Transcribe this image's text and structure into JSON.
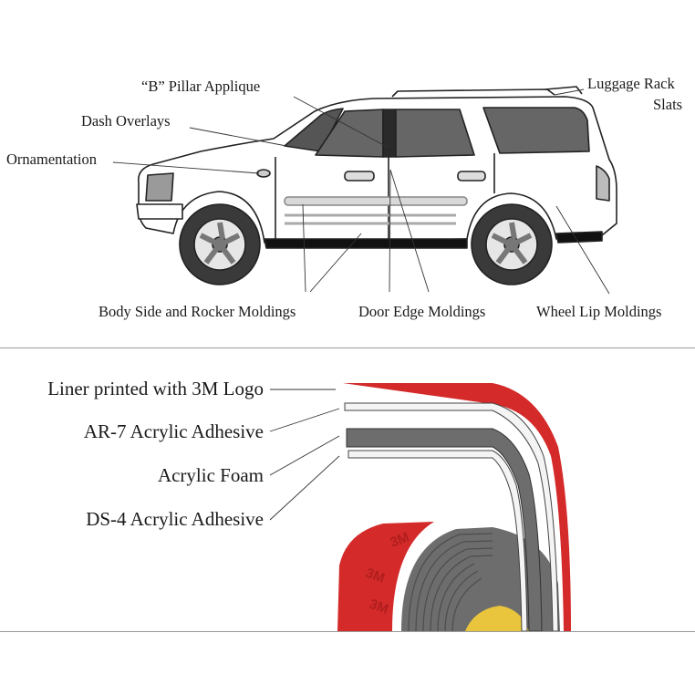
{
  "car_diagram": {
    "labels": {
      "b_pillar": "“B” Pillar Applique",
      "luggage_rack_line1": "Luggage Rack",
      "luggage_rack_line2": "Slats",
      "dash_overlays": "Dash Overlays",
      "ornamentation": "Ornamentation",
      "body_side": "Body Side and Rocker Moldings",
      "door_edge": "Door Edge Moldings",
      "wheel_lip": "Wheel Lip Moldings"
    }
  },
  "tape_diagram": {
    "layers": {
      "liner": "Liner printed with 3M Logo",
      "ar7": "AR-7 Acrylic Adhesive",
      "foam": "Acrylic Foam",
      "ds4": "DS-4 Acrylic Adhesive"
    },
    "roll_logo": "3M",
    "colors": {
      "liner_red": "#d42a2a",
      "foam_gray": "#6d6d6d",
      "adhesive_white": "#f4f4f4",
      "core_yellow": "#e8c53c"
    }
  }
}
